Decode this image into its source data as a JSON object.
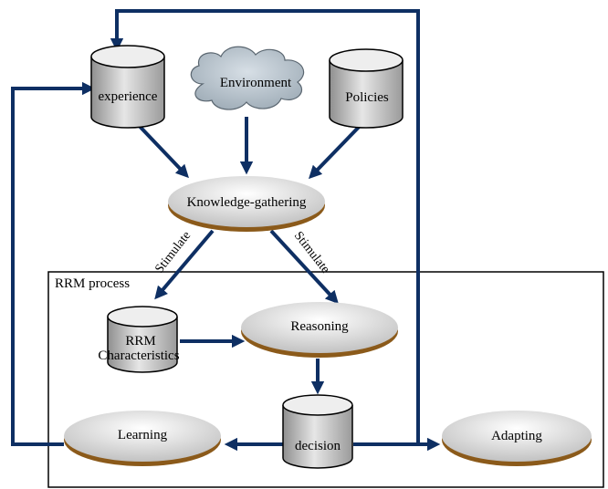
{
  "nodes": {
    "experience": "experience",
    "environment": "Environment",
    "policies": "Policies",
    "knowledge_gathering": "Knowledge-gathering",
    "rrm_characteristics_line1": "RRM",
    "rrm_characteristics_line2": "Characteristics",
    "reasoning": "Reasoning",
    "decision": "decision",
    "learning": "Learning",
    "adapting": "Adapting"
  },
  "process_box_label": "RRM process",
  "edge_labels": {
    "stimulate_left": "Stimulate",
    "stimulate_right": "Stimulate"
  },
  "colors": {
    "arrow": "#0e2f63",
    "ellipse_rim": "#8b5a1a",
    "ellipse_fill": "#d8d8d8",
    "cloud_fill": "#b4bfc8"
  }
}
